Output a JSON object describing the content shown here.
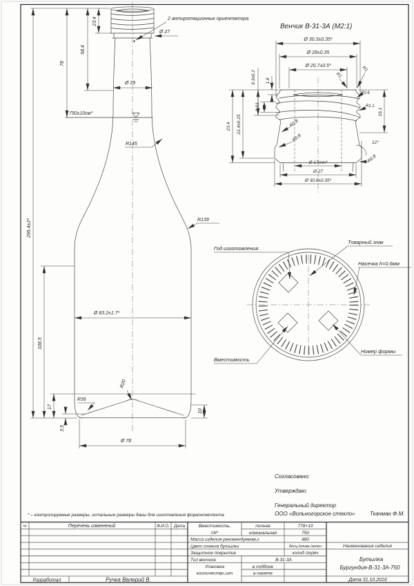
{
  "drawing": {
    "main": {
      "orientators": "2 антиротационных ориентатора",
      "cap_dia": "Ø 27",
      "neck_dia": "Ø 29",
      "cap_h": "23.4",
      "h58": "58.4",
      "h78": "78",
      "volume": "750±10см³",
      "r145": "R145",
      "r139": "R139",
      "total_h": "295.4±2*",
      "body_dia": "Ø 83.2±1.7*",
      "h108": "108.5",
      "h17": "17",
      "r36": "R36",
      "r20": "R20",
      "h35": "3.5",
      "h10": "10",
      "base_dia": "Ø 78"
    },
    "finish": {
      "title": "Венчик В-31-3А (М2:1)",
      "d303": "Ø 30.3±0.35*",
      "d28": "Ø 28±0.35",
      "d207": "Ø 20.7±0.5*",
      "r1a": "R1",
      "r1b": "R1",
      "r06": "R0.6",
      "r11": "R1.1",
      "h161": "16.1",
      "h93": "9.3±0.2",
      "h18": "1.8",
      "h363": "3.63",
      "h234": "23.4",
      "h214": "21.4±0.25",
      "r08a": "R0.8",
      "r08b": "R0.8",
      "r08c": "R0.8",
      "angle12": "12°",
      "d17": "Ø 17min*",
      "d27": "Ø 27",
      "d308": "Ø 30.8±0.35*"
    },
    "bottom_view": {
      "year": "Год изготовления",
      "trademark": "Товарный знак",
      "knurl": "Насечка h=0.6мм",
      "mold_number": "Номер формы",
      "capacity": "Вместимость"
    },
    "approval": {
      "agreed": "Согласовано:",
      "approve": "Утверждаю:",
      "director": "Генеральный директор",
      "company": "ООО «Вольногорское стекло»",
      "signer": "Ткачман Ф.М."
    },
    "footnote": "* – контролируемые размеры, остальные размеры даны для изготовления формокомплекта"
  },
  "title_block": {
    "rev_col": "№",
    "changes_header": "Перечень изменений",
    "fio": "Ф.И.О.",
    "date_col": "Дата",
    "developed": "Разработал",
    "developer": "Ручка Валерий В.",
    "capacity1": "Вместимость,",
    "capacity2": "см³",
    "full": "полная",
    "full_val": "778+10",
    "nominal": "номинальная",
    "nominal_val": "750",
    "mass": "Масса изделия рекомендуемая,г",
    "mass_val": "480",
    "color": "Цвет стекла бутылки",
    "color_val": "бесц./оливк./зелен",
    "coating": "Защитное покрытие",
    "coating_val": "холод /горяч",
    "finish_type": "Тип венчика",
    "finish_val": "В-31-3А",
    "packing1": "Упаковка",
    "packing2": "колличество,шт",
    "pack_val1": "в поддоне",
    "pack_val2": "в пакете",
    "product_header": "Наименование изделия",
    "product1": "Бутылка",
    "product2": "Бургундия-В-31-3А-750",
    "date_val": "Дата  31.10.2016"
  }
}
